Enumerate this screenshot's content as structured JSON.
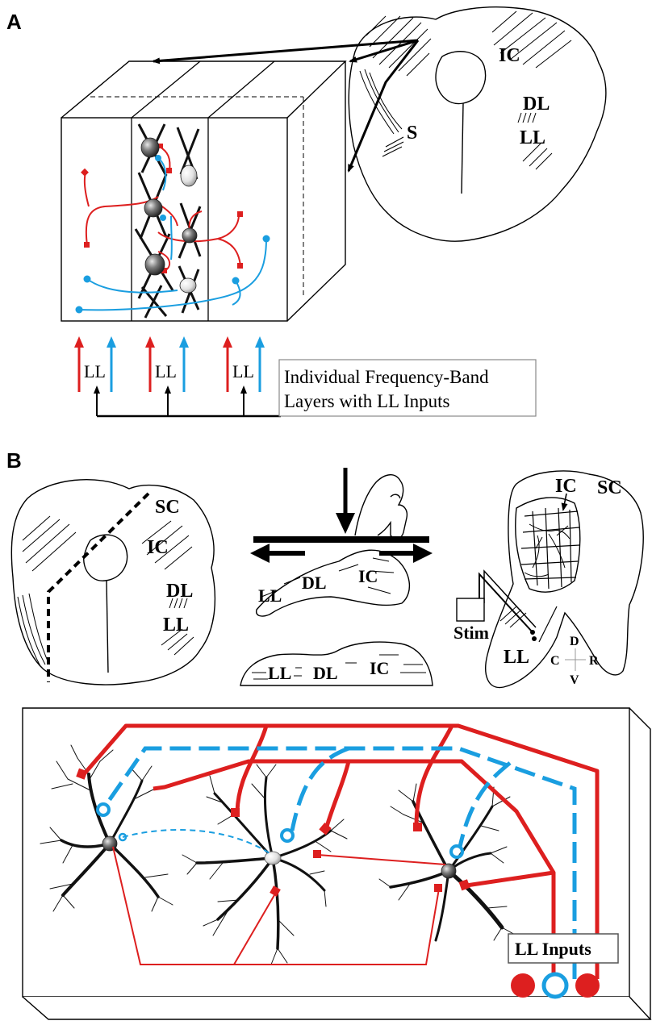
{
  "panel_a": {
    "label": "A",
    "brainstem": {
      "ic": "IC",
      "dl": "DL",
      "ll": "LL",
      "s": "S"
    },
    "input_labels": [
      "LL",
      "LL",
      "LL"
    ],
    "caption_line1": "Individual Frequency-Band",
    "caption_line2": "Layers with LL Inputs"
  },
  "panel_b": {
    "label": "B",
    "left_brainstem": {
      "sc": "SC",
      "ic": "IC",
      "dl": "DL",
      "ll": "LL"
    },
    "slice_top": {
      "ll": "LL",
      "dl": "DL",
      "ic": "IC"
    },
    "slice_bottom": {
      "ll": "LL",
      "dl": "DL",
      "ic": "IC"
    },
    "right_slice": {
      "ic": "IC",
      "sc": "SC",
      "stim": "Stim",
      "ll": "LL"
    },
    "orientation": {
      "d": "D",
      "v": "V",
      "c": "C",
      "r": "R"
    },
    "ll_inputs": "LL Inputs"
  },
  "colors": {
    "red": "#dd1f1f",
    "blue": "#1a9ee0",
    "black": "#000000"
  }
}
